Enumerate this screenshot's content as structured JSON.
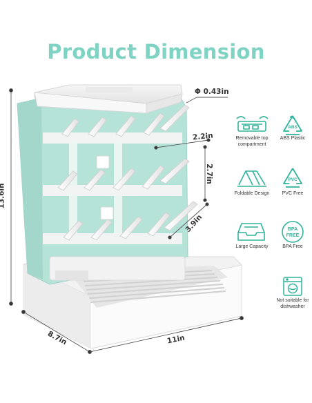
{
  "title": "Product Dimension",
  "dimensions": {
    "height": "13.6in",
    "depth": "8.7in",
    "width": "11in",
    "peg_diameter": "Φ 0.43in",
    "peg_spacing_h": "2.2in",
    "row_spacing": "2.7in",
    "peg_length": "3.9in"
  },
  "features": [
    {
      "icon": "tray-icon",
      "label": "Removable top compartment"
    },
    {
      "icon": "abs-recycle-icon",
      "label": "ABS Plastic",
      "badge": "ABS"
    },
    {
      "icon": "folding-icon",
      "label": "Foldable Design"
    },
    {
      "icon": "pvc-recycle-icon",
      "label": "PVC Free",
      "badge": "PVC"
    },
    {
      "icon": "inbox-icon",
      "label": "Large Capacity"
    },
    {
      "icon": "bpa-free-icon",
      "label": "BPA Free",
      "badge": "BPA FREE"
    },
    {
      "icon": "washing-machine-icon",
      "label": "Not suitable for dishwasher"
    }
  ],
  "colors": {
    "title": "#7fd3c2",
    "accent": "#2fb39a",
    "panel": "#b6e3d8"
  }
}
